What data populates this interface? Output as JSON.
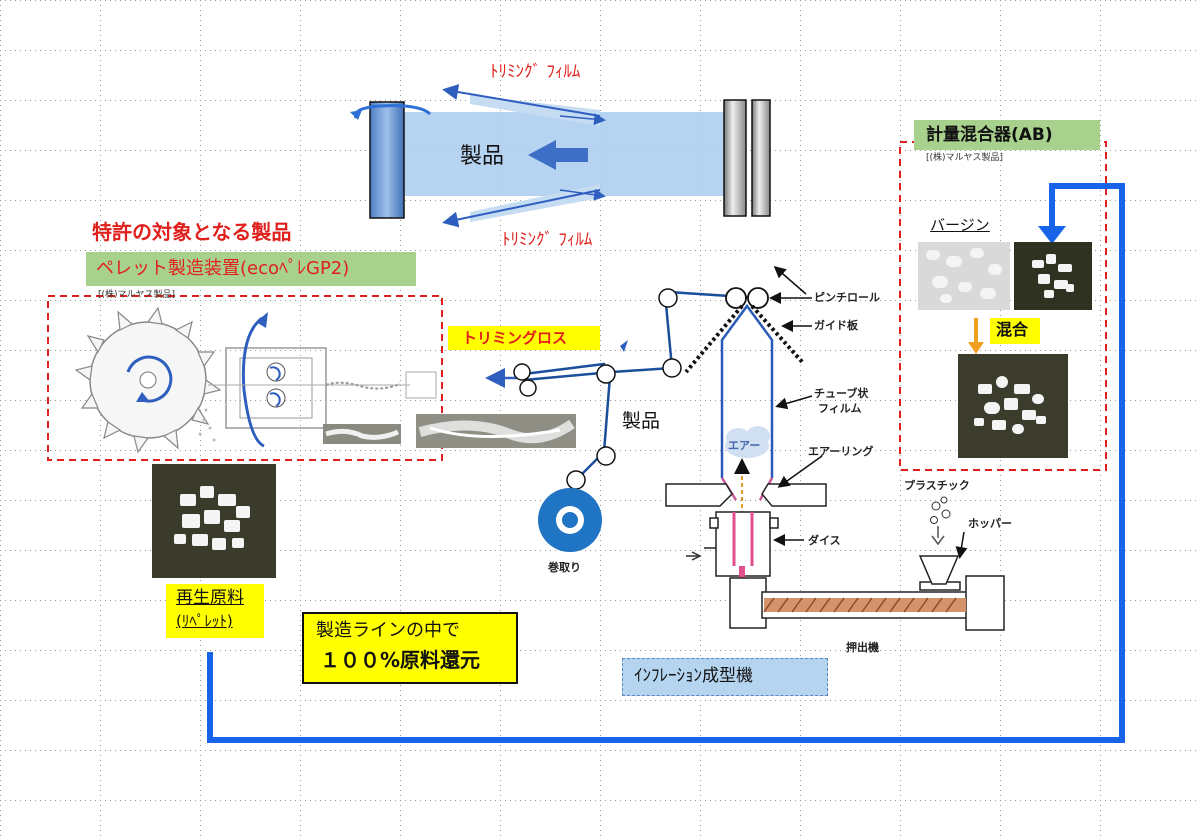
{
  "labels": {
    "trimming_film_top": "ﾄﾘﾐﾝｸﾞ ﾌｨﾙﾑ",
    "trimming_film_bottom": "ﾄﾘﾐﾝｸﾞ ﾌｨﾙﾑ",
    "product_top": "製品",
    "patent_title": "特許の対象となる製品",
    "pellet_machine": "ペレット製造装置(ecoﾍﾟﾚGP2)",
    "pellet_maker": "[(株)マルヤス製品]",
    "trimming_loss": "トリミングロス",
    "product_mid": "製品",
    "winding": "巻取り",
    "pinch_roll": "ピンチロール",
    "guide_plate": "ガイド板",
    "tube_film_line1": "チューブ状",
    "tube_film_line2": "フィルム",
    "air": "エアー",
    "air_ring": "エアーリング",
    "dies": "ダイス",
    "plastic": "プラスチック",
    "hopper": "ホッパー",
    "extruder": "押出機",
    "inflation_machine": "ｲﾝﾌﾚｰｼｮﾝ成型機",
    "mixer_title": "計量混合器(AB)",
    "mixer_maker": "[(株)マルヤス製品]",
    "virgin": "バージン",
    "mix": "混合",
    "recycled_line1": "再生原料",
    "recycled_line2": "(ﾘﾍﾟﾚｯﾄ)",
    "slogan_line1": "製造ラインの中で",
    "slogan_line2": "１００%原料還元"
  },
  "colors": {
    "accent_red": "#e0201c",
    "flow_blue": "#1764e8",
    "film_blue": "#a9cdf0",
    "label_yellow": "#ffff00",
    "label_green": "#a9d18e",
    "screw_orange": "#d4936a",
    "melt_pink": "#e0508f"
  }
}
